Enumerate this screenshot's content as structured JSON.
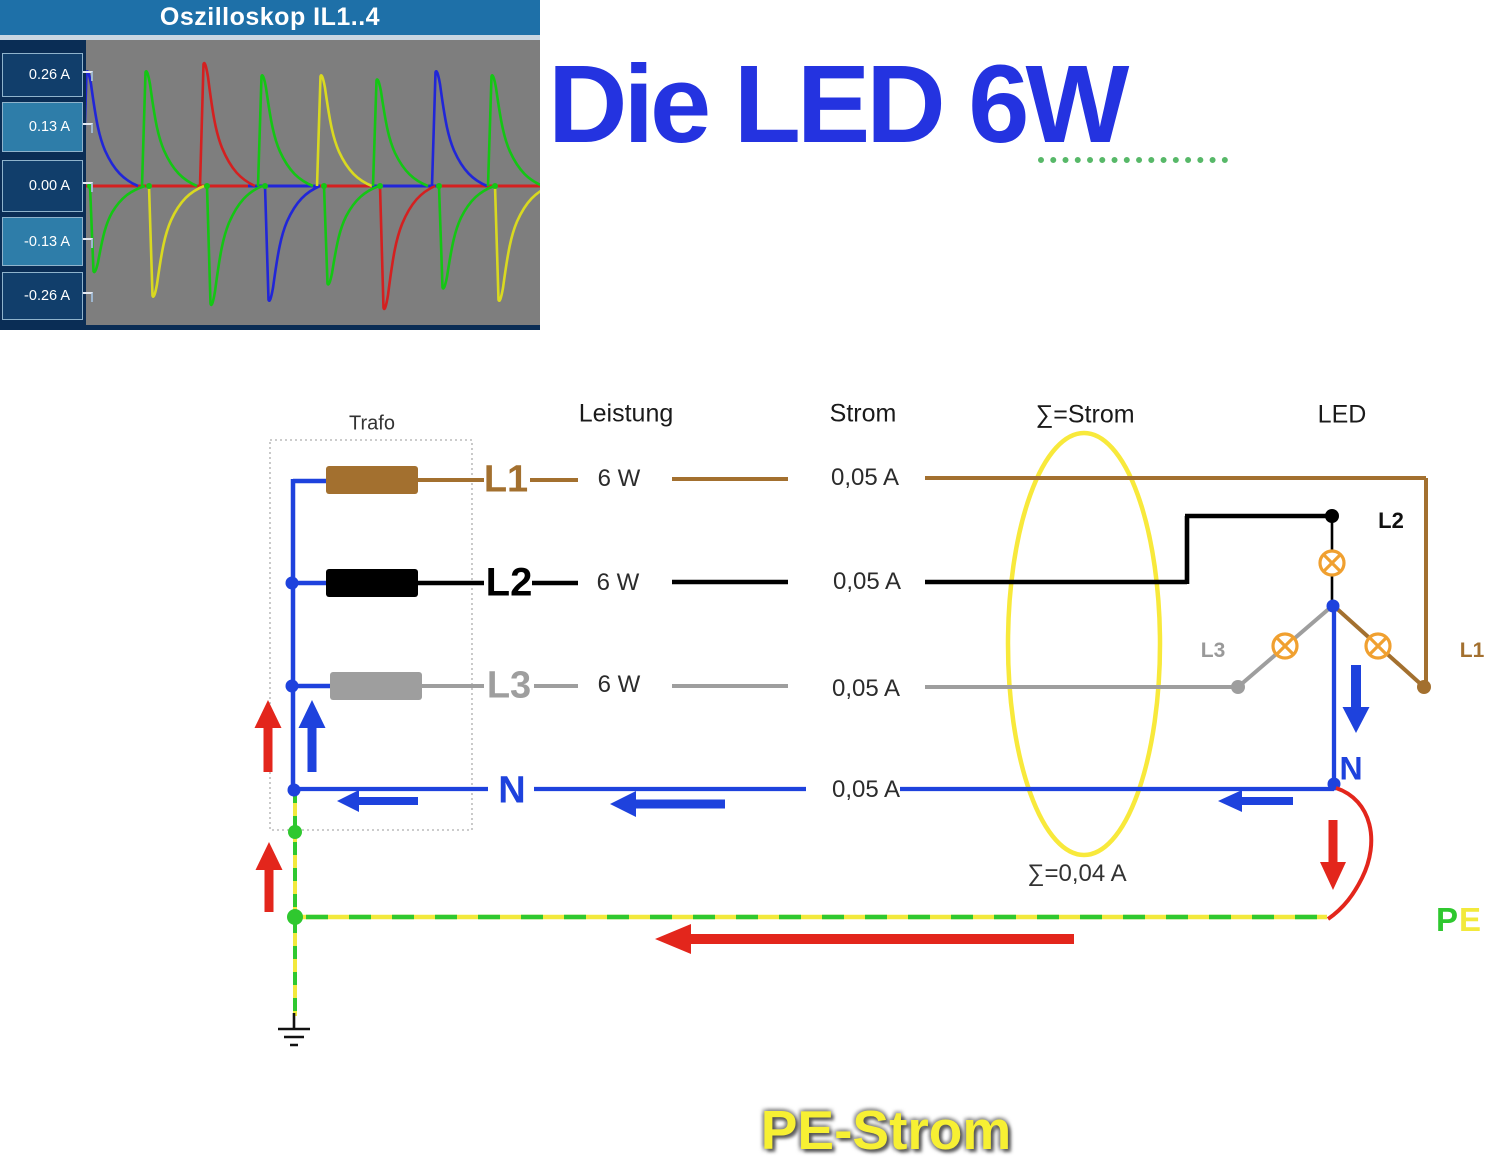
{
  "colors": {
    "scope": {
      "blue": "#2126d8",
      "green": "#14c614",
      "red": "#d42020",
      "yellow": "#d9d920",
      "plot_bg": "#7e7e7e",
      "titlebar": "#1e70a8",
      "panel": "#0a2d55",
      "box_dark": "#113e6b",
      "box_light": "#2e7da9"
    },
    "circuit": {
      "blue": "#1e42dd",
      "brown": "#a3702f",
      "black": "#000000",
      "gray": "#9e9e9e",
      "red": "#e3261c",
      "yellow": "#f2e93c",
      "green": "#2fc82f",
      "lamp_orange": "#f0a030",
      "ellipse_yellow": "#f8e93b"
    },
    "heading_blue": "#2433e0",
    "footer_yellow": "#f7f033"
  },
  "scope": {
    "title": "Oszilloskop IL1..4",
    "y_labels": [
      "0.26 A",
      "0.13 A",
      "0.00 A",
      "-0.13 A",
      "-0.26 A"
    ],
    "chart_data": {
      "type": "line",
      "title": "Oszilloskop IL1..4",
      "ylabel": "A",
      "ylim": [
        -0.3,
        0.3
      ],
      "y_ticks": [
        0.26,
        0.13,
        0.0,
        -0.13,
        -0.26
      ],
      "grid": false,
      "legend": "none",
      "description": "Spiky rectifier current pulses of phases IL1 (blue), IL2 (red), IL3 (yellow) with neutral current IL4 (green) pulsing at every event; red zero line with blue segments",
      "zero_blue_segments": [
        [
          248,
          320
        ],
        [
          372,
          437
        ]
      ],
      "events": [
        {
          "x": 88,
          "up": "blue",
          "up_a": 0.28,
          "down": "green",
          "down_a": 0.21
        },
        {
          "x": 147,
          "up": "green",
          "up_a": 0.28,
          "down": "yellow",
          "down_a": 0.27
        },
        {
          "x": 205,
          "up": "red",
          "up_a": 0.3,
          "down": "green",
          "down_a": 0.29
        },
        {
          "x": 263,
          "up": "green",
          "up_a": 0.27,
          "down": "blue",
          "down_a": 0.28
        },
        {
          "x": 322,
          "up": "yellow",
          "up_a": 0.27,
          "down": "green",
          "down_a": 0.24
        },
        {
          "x": 378,
          "up": "green",
          "up_a": 0.26,
          "down": "red",
          "down_a": 0.3
        },
        {
          "x": 437,
          "up": "blue",
          "up_a": 0.28,
          "down": "green",
          "down_a": 0.25
        },
        {
          "x": 493,
          "up": "green",
          "up_a": 0.27,
          "down": "yellow",
          "down_a": 0.28
        }
      ]
    }
  },
  "heading": {
    "text": "Die LED 6W"
  },
  "columns": {
    "trafo": "Trafo",
    "leistung": "Leistung",
    "strom": "Strom",
    "sum": "∑=Strom",
    "led": "LED"
  },
  "rows": [
    {
      "label": "L1",
      "power": "6 W",
      "current": "0,05 A"
    },
    {
      "label": "L2",
      "power": "6 W",
      "current": "0,05 A"
    },
    {
      "label": "L3",
      "power": "6 W",
      "current": "0,05 A"
    },
    {
      "label": "N",
      "power": "",
      "current": "0,05 A"
    }
  ],
  "sum_current": "∑=0,04 A",
  "led_labels": {
    "l2": "L2",
    "l3": "L3",
    "l1": "L1",
    "n": "N"
  },
  "pe": {
    "p": "P",
    "e": "E"
  },
  "footer": {
    "text": "PE-Strom"
  }
}
